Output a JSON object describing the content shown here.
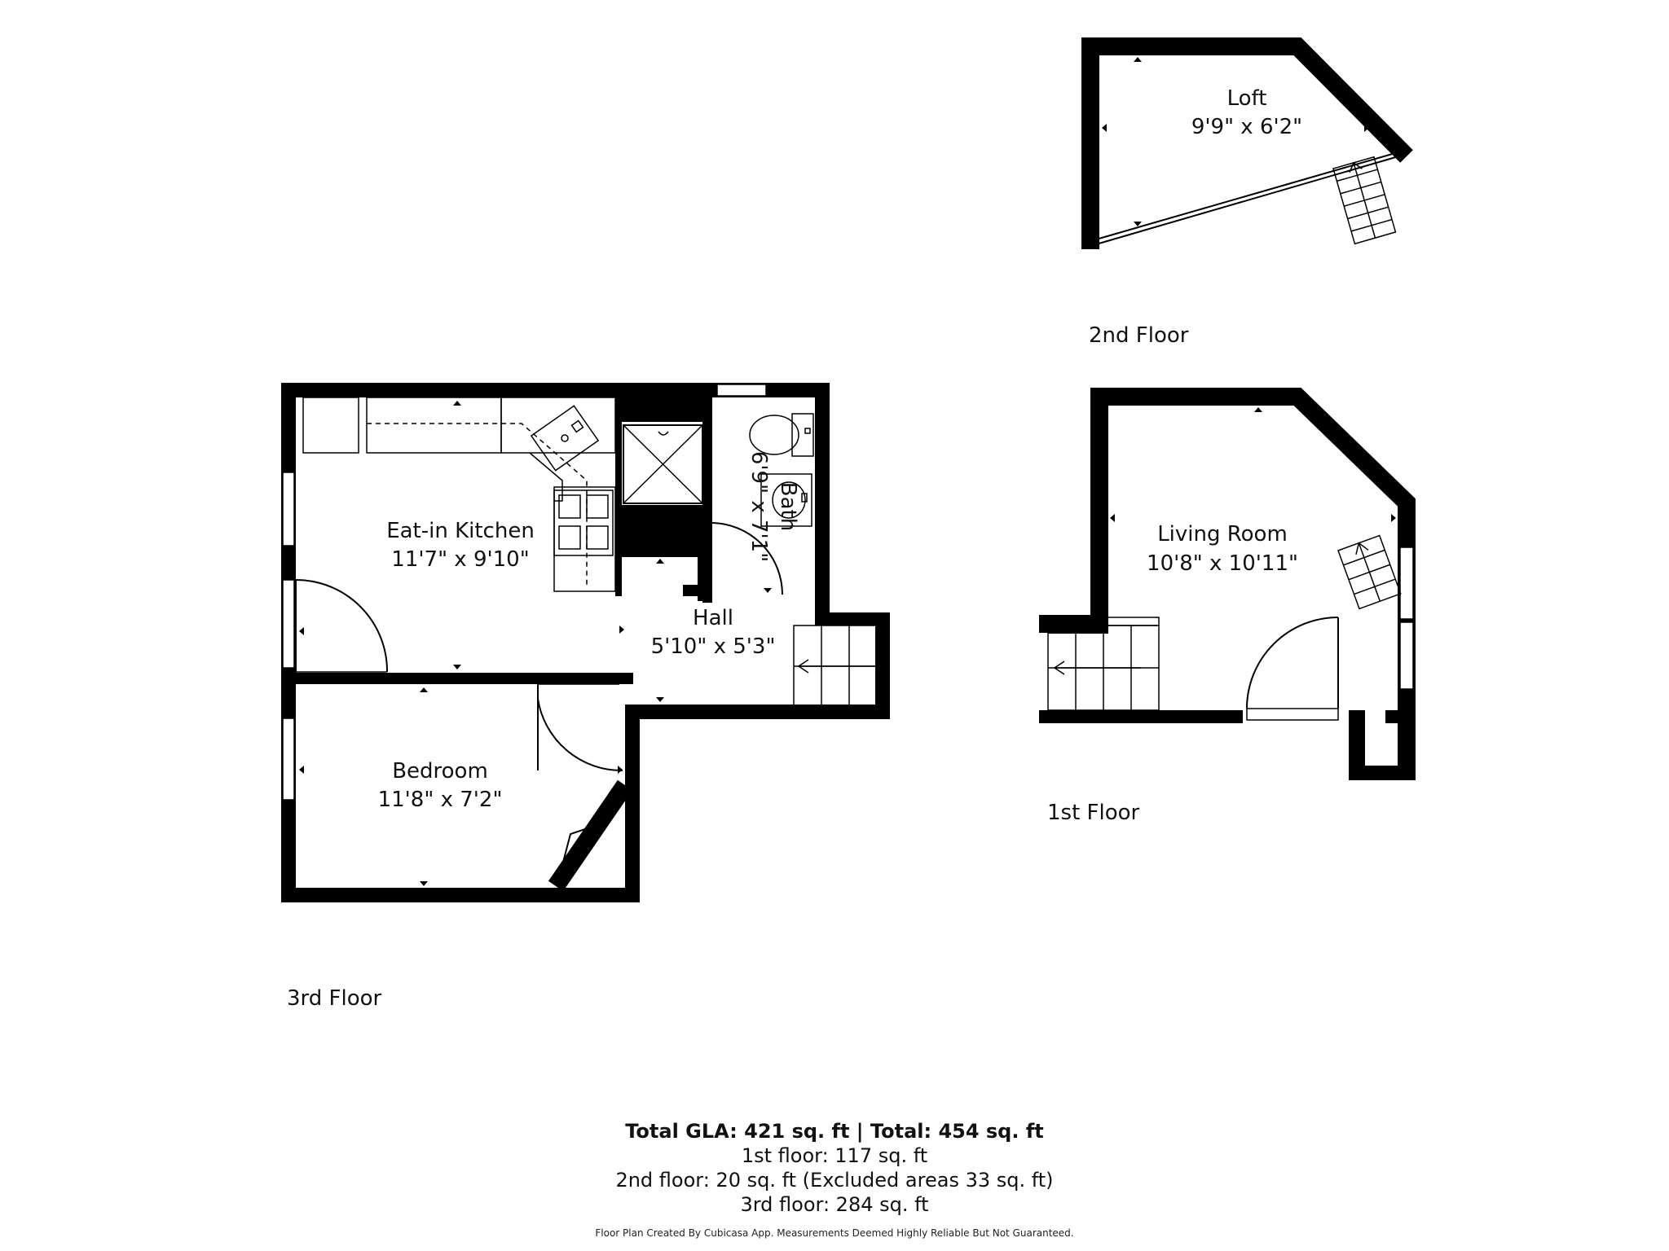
{
  "floors": {
    "third": {
      "label": "3rd Floor",
      "rooms": [
        {
          "name": "Eat-in Kitchen",
          "dims": "11'7\" x 9'10\""
        },
        {
          "name": "Bath",
          "dims": "6'9\" x 7'1\""
        },
        {
          "name": "Hall",
          "dims": "5'10\" x 5'3\""
        },
        {
          "name": "Bedroom",
          "dims": "11'8\" x 7'2\""
        }
      ]
    },
    "second": {
      "label": "2nd Floor",
      "rooms": [
        {
          "name": "Loft",
          "dims": "9'9\" x 6'2\""
        }
      ]
    },
    "first": {
      "label": "1st Floor",
      "rooms": [
        {
          "name": "Living Room",
          "dims": "10'8\" x 10'11\""
        }
      ]
    }
  },
  "summary": {
    "total": "Total GLA: 421 sq. ft | Total: 454 sq. ft",
    "lines": [
      "1st floor: 117 sq. ft",
      "2nd floor: 20 sq. ft (Excluded areas 33 sq. ft)",
      "3rd floor: 284 sq. ft"
    ]
  },
  "footnote": "Floor Plan Created By Cubicasa App. Measurements Deemed Highly Reliable But Not Guaranteed."
}
